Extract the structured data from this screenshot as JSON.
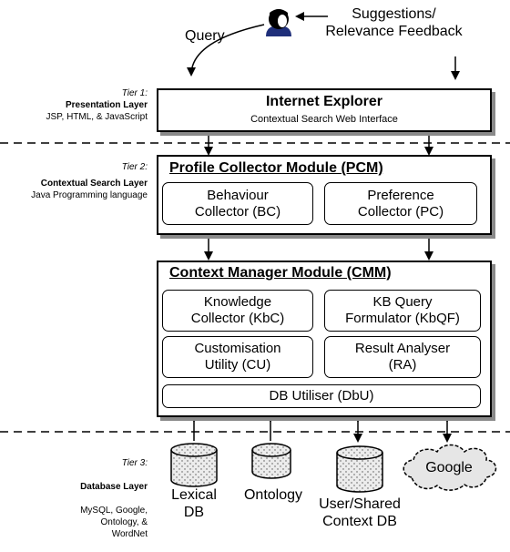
{
  "user": {
    "query_label": "Query",
    "feedback_label": "Suggestions/\nRelevance Feedback"
  },
  "tiers": [
    {
      "tier": "Tier 1:",
      "name": "Presentation Layer",
      "detail": "JSP, HTML, & JavaScript"
    },
    {
      "tier": "Tier 2:",
      "name": "Contextual Search Layer",
      "detail": "Java Programming language"
    },
    {
      "tier": "Tier 3:",
      "name": "Database Layer",
      "detail": "MySQL, Google,\nOntology, &\nWordNet"
    }
  ],
  "ie": {
    "title": "Internet Explorer",
    "subtitle": "Contextual Search Web Interface"
  },
  "pcm": {
    "title": "Profile Collector Module (PCM)",
    "modules": [
      "Behaviour\nCollector (BC)",
      "Preference\nCollector (PC)"
    ]
  },
  "cmm": {
    "title": "Context Manager Module (CMM)",
    "modules": [
      "Knowledge\nCollector (KbC)",
      "KB Query\nFormulator  (KbQF)",
      "Customisation\nUtility (CU)",
      "Result Analyser\n(RA)",
      "DB Utiliser (DbU)"
    ]
  },
  "databases": [
    "Lexical\nDB",
    "Ontology",
    "User/Shared\nContext DB"
  ],
  "cloud_label": "Google",
  "colors": {
    "shadow": "#8a8a8a",
    "db_fill": "#ececec",
    "cloud_fill": "#e6e6e6"
  }
}
